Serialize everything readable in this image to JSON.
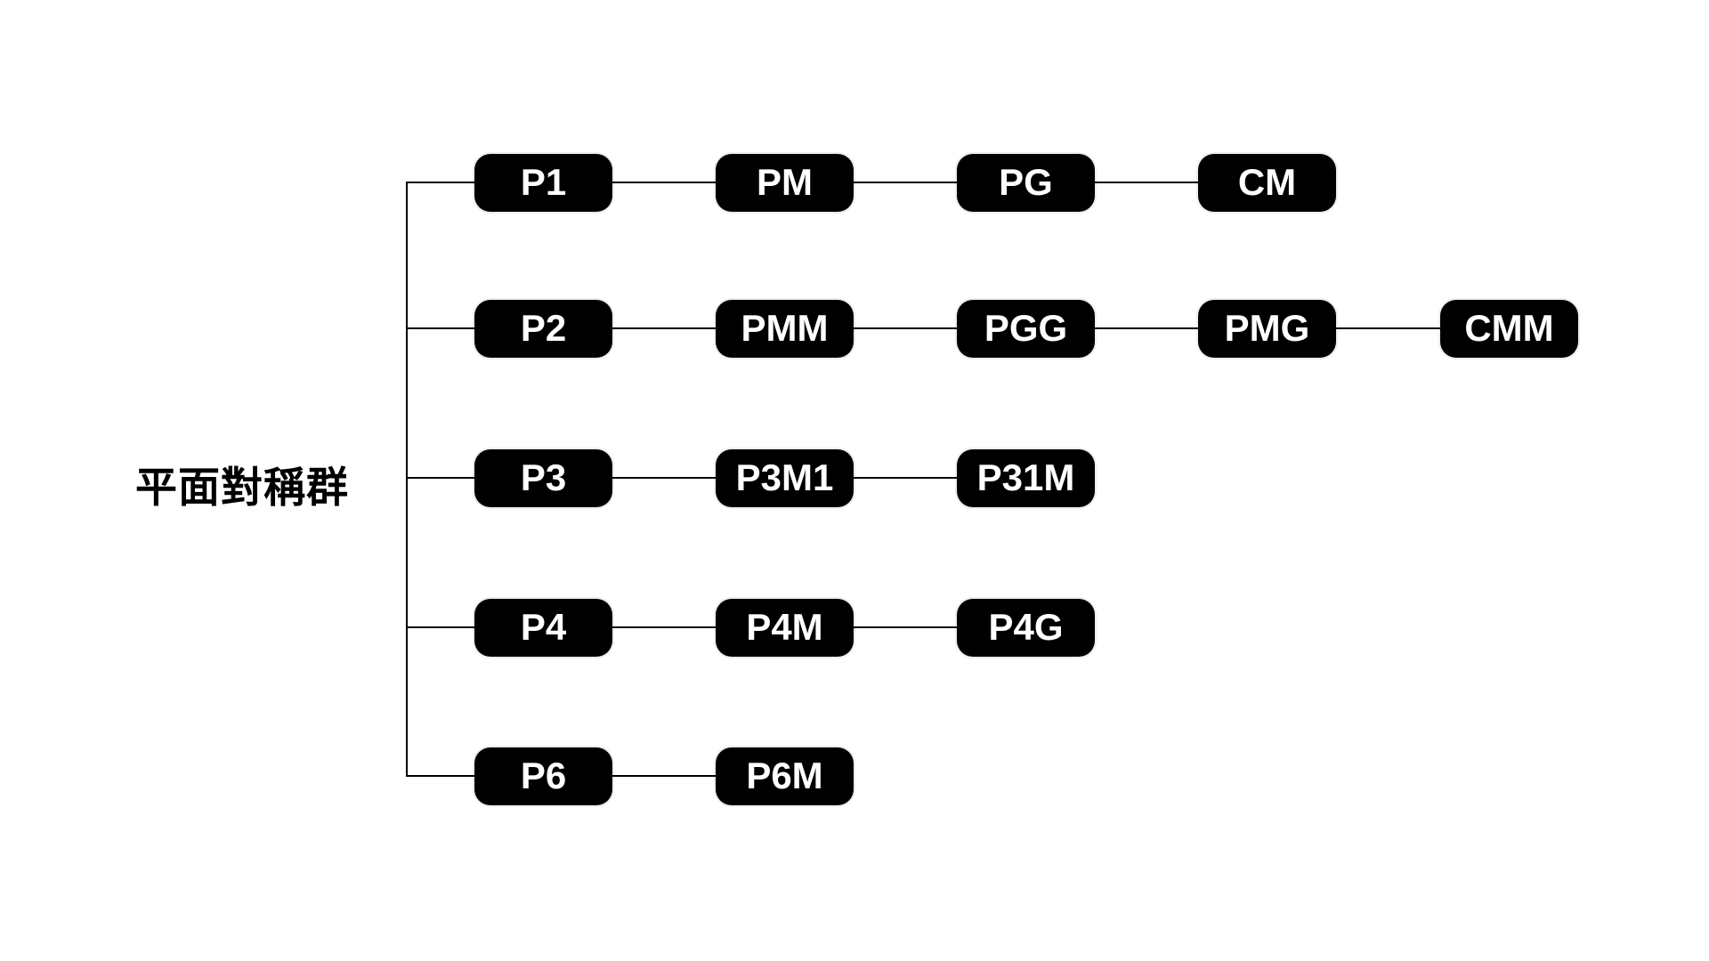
{
  "diagram": {
    "title": "平面對稱群",
    "background_color": "#ffffff",
    "node_color": "#000000",
    "node_text_color": "#ffffff",
    "line_color": "#000000",
    "rows": [
      {
        "nodes": [
          "P1",
          "PM",
          "PG",
          "CM"
        ]
      },
      {
        "nodes": [
          "P2",
          "PMM",
          "PGG",
          "PMG",
          "CMM"
        ]
      },
      {
        "nodes": [
          "P3",
          "P3M1",
          "P31M"
        ]
      },
      {
        "nodes": [
          "P4",
          "P4M",
          "P4G"
        ]
      },
      {
        "nodes": [
          "P6",
          "P6M"
        ]
      }
    ]
  }
}
